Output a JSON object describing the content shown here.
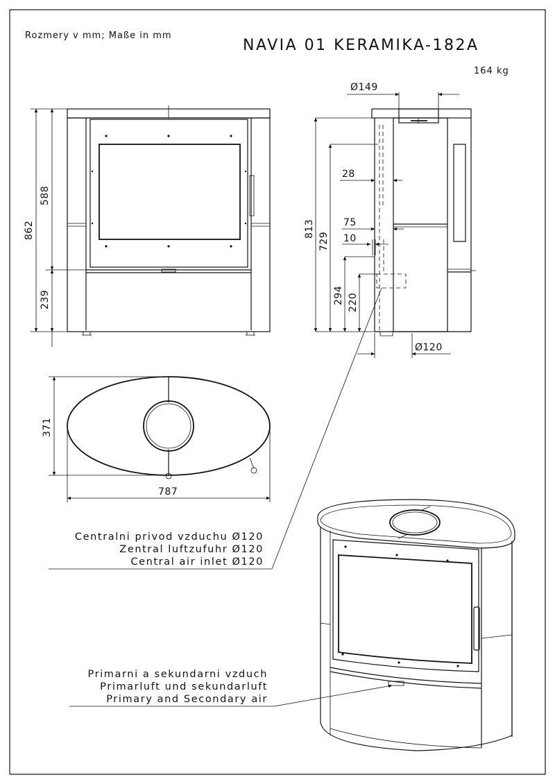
{
  "header": {
    "units_note": "Rozmery v mm; Maße in mm",
    "model": "NAVIA 01 KERAMIKA-182A",
    "weight": "164 kg"
  },
  "front_view": {
    "dims": {
      "total_height": "862",
      "upper_height": "588",
      "base_height": "239"
    }
  },
  "side_view": {
    "dims": {
      "top_flue_diameter": "Ø149",
      "height_813": "813",
      "height_729": "729",
      "dim_28": "28",
      "dim_75": "75",
      "dim_10": "10",
      "height_294": "294",
      "height_220": "220",
      "bottom_inlet_diameter": "Ø120"
    }
  },
  "top_view": {
    "dims": {
      "depth": "371",
      "width": "787"
    }
  },
  "callouts": {
    "central_air": [
      "Centralni privod vzduchu Ø120",
      "Zentral luftzufuhr Ø120",
      "Central air inlet Ø120"
    ],
    "primary_secondary": [
      "Primarni a sekundarni vzduch",
      "Primarluft und sekundarluft",
      "Primary and Secondary air"
    ]
  },
  "colors": {
    "line": "#111111",
    "background": "#ffffff"
  }
}
